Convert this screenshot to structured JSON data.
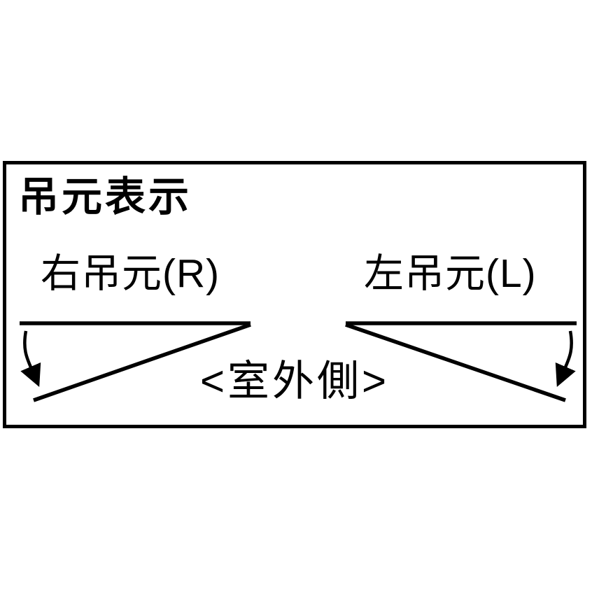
{
  "diagram": {
    "title": "吊元表示",
    "right_hinge": {
      "label": "右吊元(R)"
    },
    "left_hinge": {
      "label": "左吊元(L)"
    },
    "outside_label": "<室外側>",
    "colors": {
      "line": "#000000",
      "background": "#ffffff"
    }
  }
}
